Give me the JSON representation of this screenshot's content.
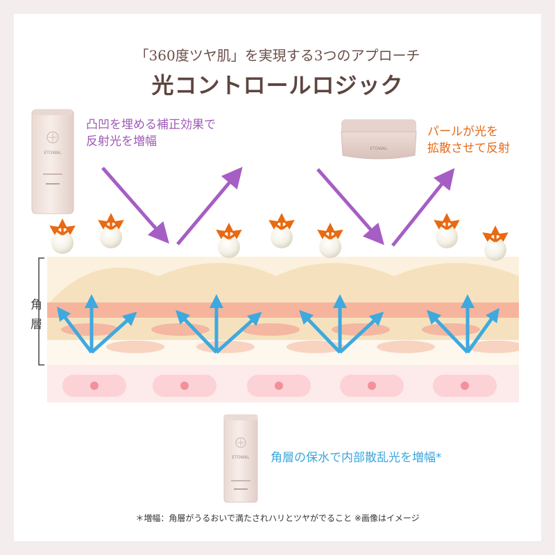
{
  "header": {
    "subtitle": "「360度ツヤ肌」を実現する3つのアプローチ",
    "title": "光コントロールロジック"
  },
  "captions": {
    "left_line1": "凸凹を埋める補正効果で",
    "left_line2": "反射光を増幅",
    "right_line1": "パールが光を",
    "right_line2": "拡散させて反射",
    "bottom": "角層の保水で内部散乱光を増幅*"
  },
  "layer_label": {
    "line1": "角",
    "line2": "層"
  },
  "products": {
    "brand": "ETOWAL"
  },
  "footnote": "＊増幅：角層がうるおいで満たされハリとツヤがでること ※画像はイメージ",
  "colors": {
    "purple": "#a55ec4",
    "orange": "#e86a12",
    "blue": "#3ea9df"
  }
}
